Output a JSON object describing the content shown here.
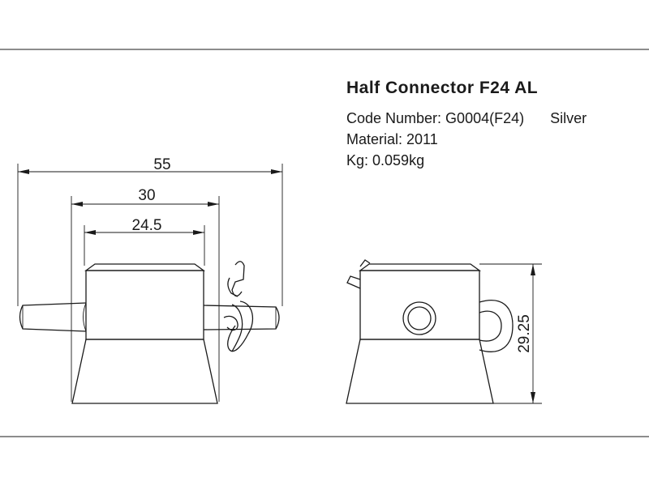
{
  "title": "Half Connector F24 AL",
  "code_number": "Code Number: G0004(F24)",
  "finish": "Silver",
  "material": "Material: 2011",
  "weight": "Kg: 0.059kg",
  "dimensions": {
    "overall_width": "55",
    "body_width": "30",
    "top_width": "24.5",
    "height": "29.25"
  }
}
